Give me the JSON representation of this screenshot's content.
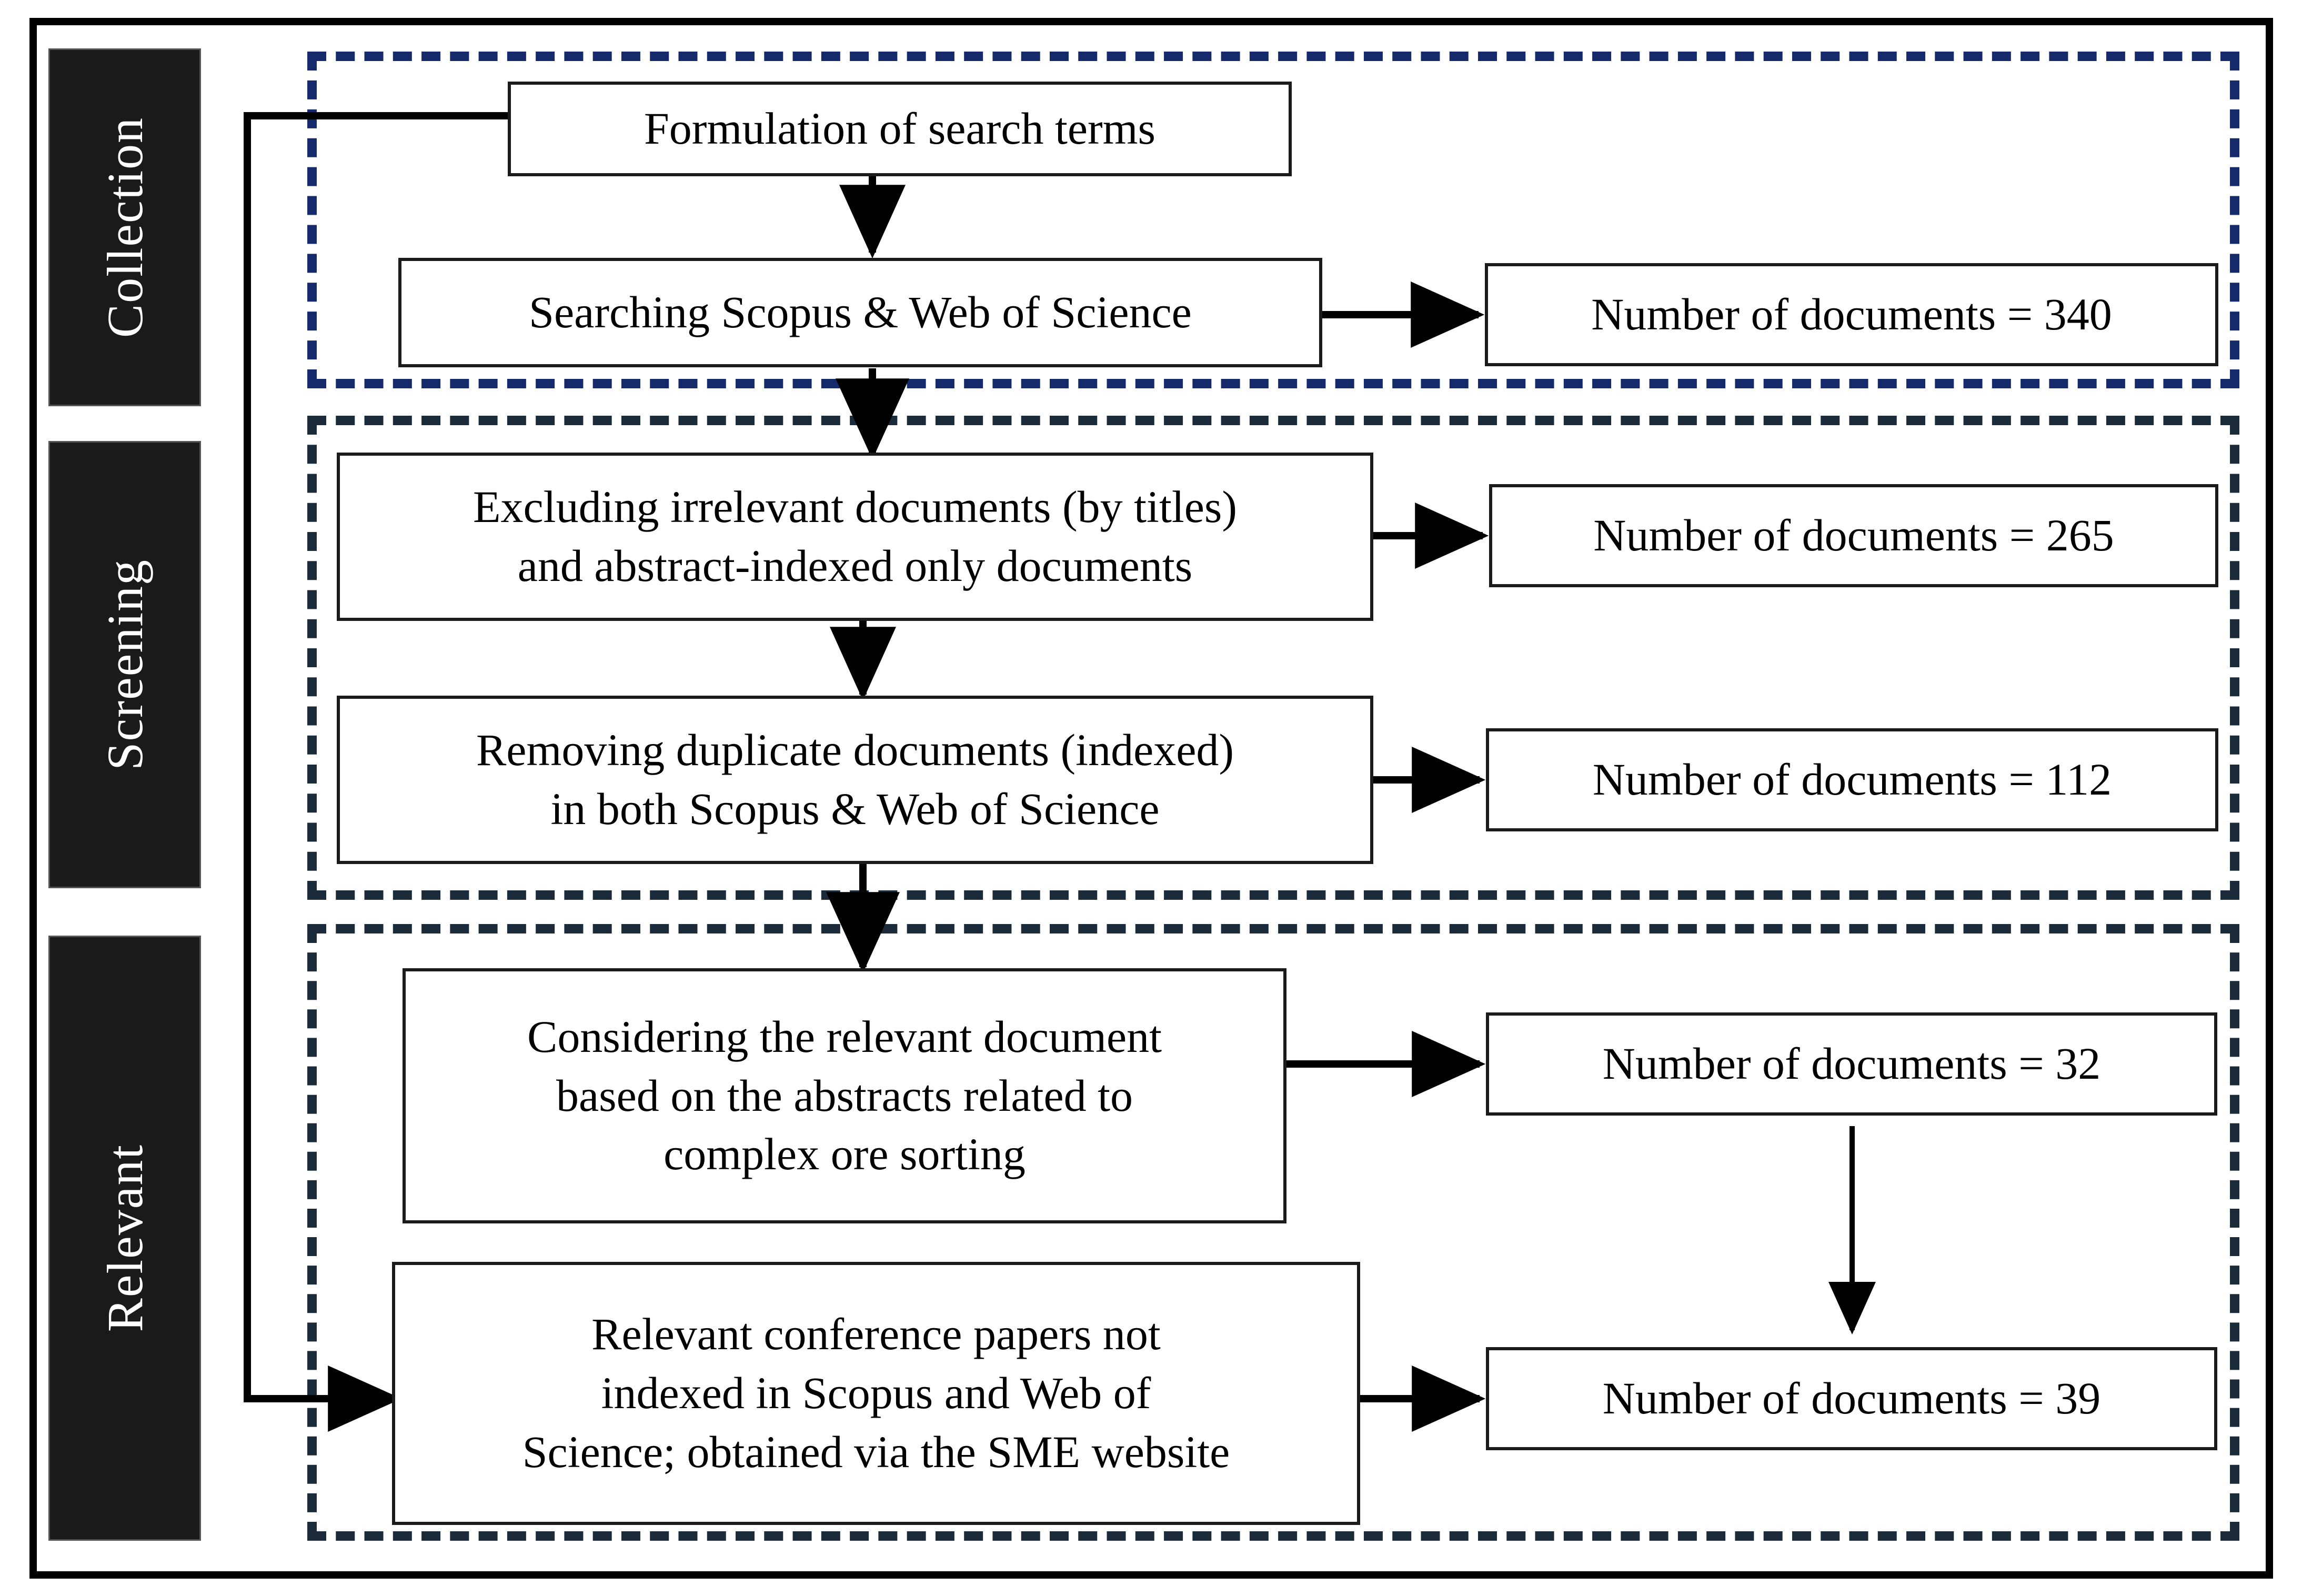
{
  "diagram": {
    "title": "PRISMA-style literature selection flowchart",
    "colors": {
      "collection_frame": "#142a6b",
      "screening_frame": "#1c2b3a",
      "relevant_frame": "#1c2b3a",
      "stage_label_bg": "#1a1a1a",
      "stage_label_text": "#ffffff",
      "box_border": "#1b1b1b",
      "arrow": "#000000",
      "outer_border": "#000000"
    }
  },
  "stages": [
    {
      "key": "collection",
      "label": "Collection"
    },
    {
      "key": "screening",
      "label": "Screening"
    },
    {
      "key": "relevant",
      "label": "Relevant"
    }
  ],
  "process_boxes": [
    {
      "id": "formulation",
      "line1": "Formulation of search terms"
    },
    {
      "id": "searching",
      "line1": "Searching Scopus & Web of Science"
    },
    {
      "id": "excluding",
      "line1": "Excluding irrelevant documents (by titles)",
      "line2": "and abstract-indexed only documents"
    },
    {
      "id": "removing",
      "line1": "Removing duplicate documents (indexed)",
      "line2": "in both Scopus & Web of Science"
    },
    {
      "id": "considering",
      "line1": "Considering the relevant document",
      "line2": "based on the abstracts related to",
      "line3": "complex ore sorting"
    },
    {
      "id": "conference",
      "line1": "Relevant conference papers not",
      "line2": "indexed in Scopus and Web of",
      "line3": "Science; obtained via the SME website"
    }
  ],
  "result_boxes": [
    {
      "id": "res340",
      "text": "Number of documents = 340",
      "count": 340
    },
    {
      "id": "res265",
      "text": "Number of documents = 265",
      "count": 265
    },
    {
      "id": "res112",
      "text": "Number of documents = 112",
      "count": 112
    },
    {
      "id": "res32",
      "text": "Number of documents = 32",
      "count": 32
    },
    {
      "id": "res39",
      "text": "Number of documents = 39",
      "count": 39
    }
  ],
  "flow": {
    "vertical_arrows": [
      "formulation -> searching",
      "searching -> excluding",
      "excluding -> removing",
      "removing -> considering",
      "res32 -> res39"
    ],
    "horizontal_arrows": [
      "searching -> res340",
      "excluding -> res265",
      "removing -> res112",
      "considering -> res32",
      "conference -> res39"
    ],
    "feedback": "formulation -> conference (left side routed loop)"
  }
}
